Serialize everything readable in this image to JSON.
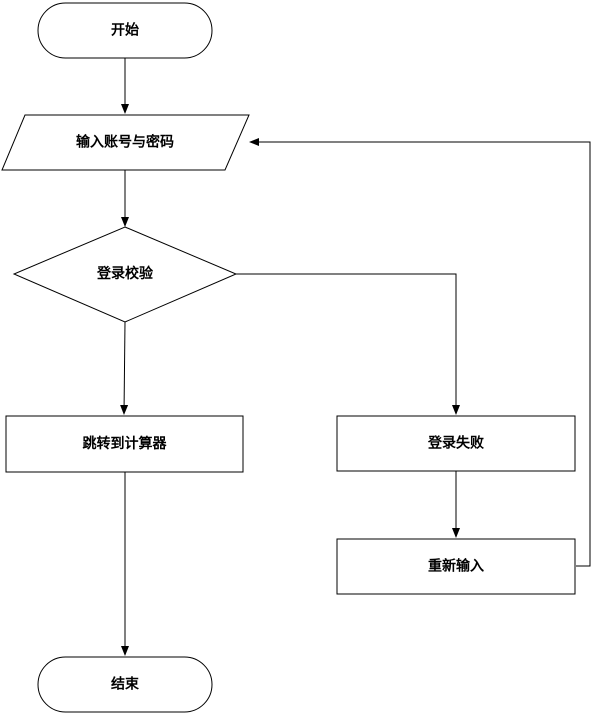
{
  "flowchart": {
    "nodes": {
      "start": "开始",
      "input": "输入账号与密码",
      "verify": "登录校验",
      "goto_calc": "跳转到计算器",
      "fail": "登录失败",
      "reenter": "重新输入",
      "end": "结束"
    },
    "edges": [
      {
        "from": "start",
        "to": "input"
      },
      {
        "from": "input",
        "to": "verify"
      },
      {
        "from": "verify",
        "to": "goto_calc"
      },
      {
        "from": "verify",
        "to": "fail"
      },
      {
        "from": "fail",
        "to": "reenter"
      },
      {
        "from": "reenter",
        "to": "input"
      },
      {
        "from": "goto_calc",
        "to": "end"
      }
    ]
  }
}
